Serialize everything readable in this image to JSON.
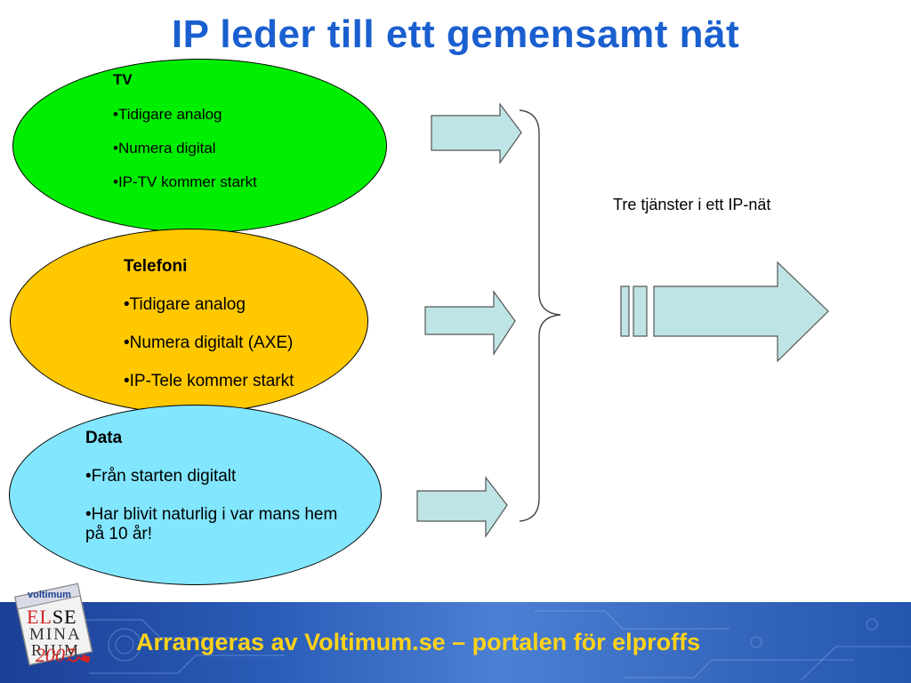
{
  "title": "IP leder till ett gemensamt nät",
  "tv": {
    "heading": "TV",
    "items": [
      "•Tidigare analog",
      "•Numera digital",
      "•IP-TV kommer starkt"
    ]
  },
  "telefoni": {
    "heading": "Telefoni",
    "items": [
      "•Tidigare analog",
      "•Numera digitalt (AXE)",
      "•IP-Tele kommer starkt"
    ]
  },
  "data": {
    "heading": "Data",
    "items": [
      "•Från starten digitalt",
      "•Har blivit naturlig i var mans hem på 10 år!"
    ]
  },
  "side_label": "Tre tjänster i ett IP-nät",
  "footer": {
    "tagline": "Arrangeras av Voltimum.se – portalen för elproffs"
  },
  "logo": {
    "brand": "voltimum",
    "line1_red": "EL",
    "line1_rest": "SE",
    "line2": "MINA",
    "line3": "RIUM",
    "year": "2007"
  },
  "colors": {
    "title": "#1a5fcf",
    "tv_ellipse": "#00ee00",
    "telefoni_ellipse": "#ffc800",
    "data_ellipse": "#82e6ff",
    "arrow_fill": "#bfe4e6",
    "footer_text": "#ffd21a"
  }
}
